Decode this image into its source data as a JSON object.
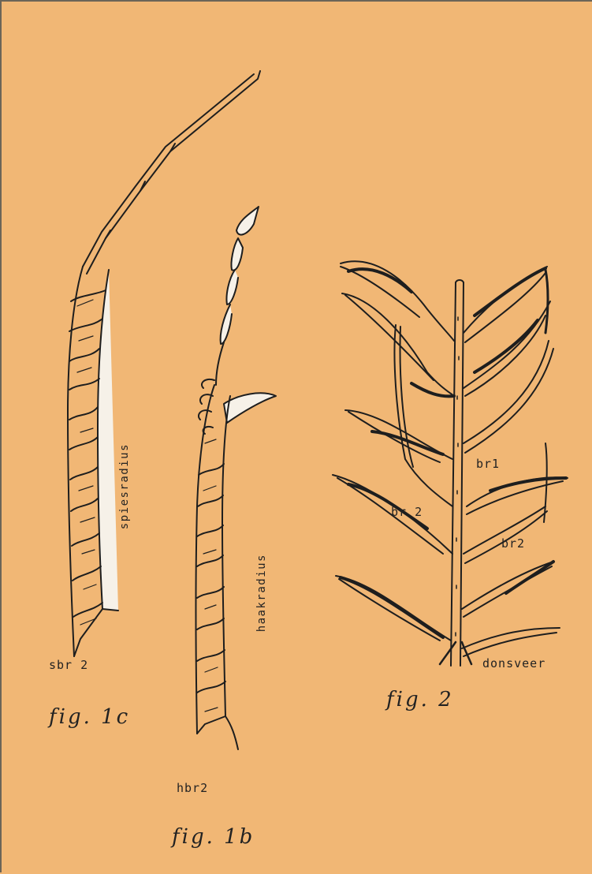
{
  "labels": {
    "spiesradius": "spiesradius",
    "sbr2": "sbr 2",
    "fig1c": "fig. 1c",
    "haakradius": "haakradius",
    "hbr2": "hbr2",
    "fig1b": "fig. 1b",
    "br1": "br1",
    "br2_left": "br 2",
    "br2_right": "br2",
    "donsveer": "donsveer",
    "fig2": "fig. 2"
  },
  "colors": {
    "background": "#f1b775",
    "ink": "#1e1e1e",
    "fill": "#f6f1e8",
    "frame": "#6b6458"
  },
  "icons": [
    "feather-barb-drawing",
    "hook-radius-drawing",
    "down-feather-drawing"
  ]
}
